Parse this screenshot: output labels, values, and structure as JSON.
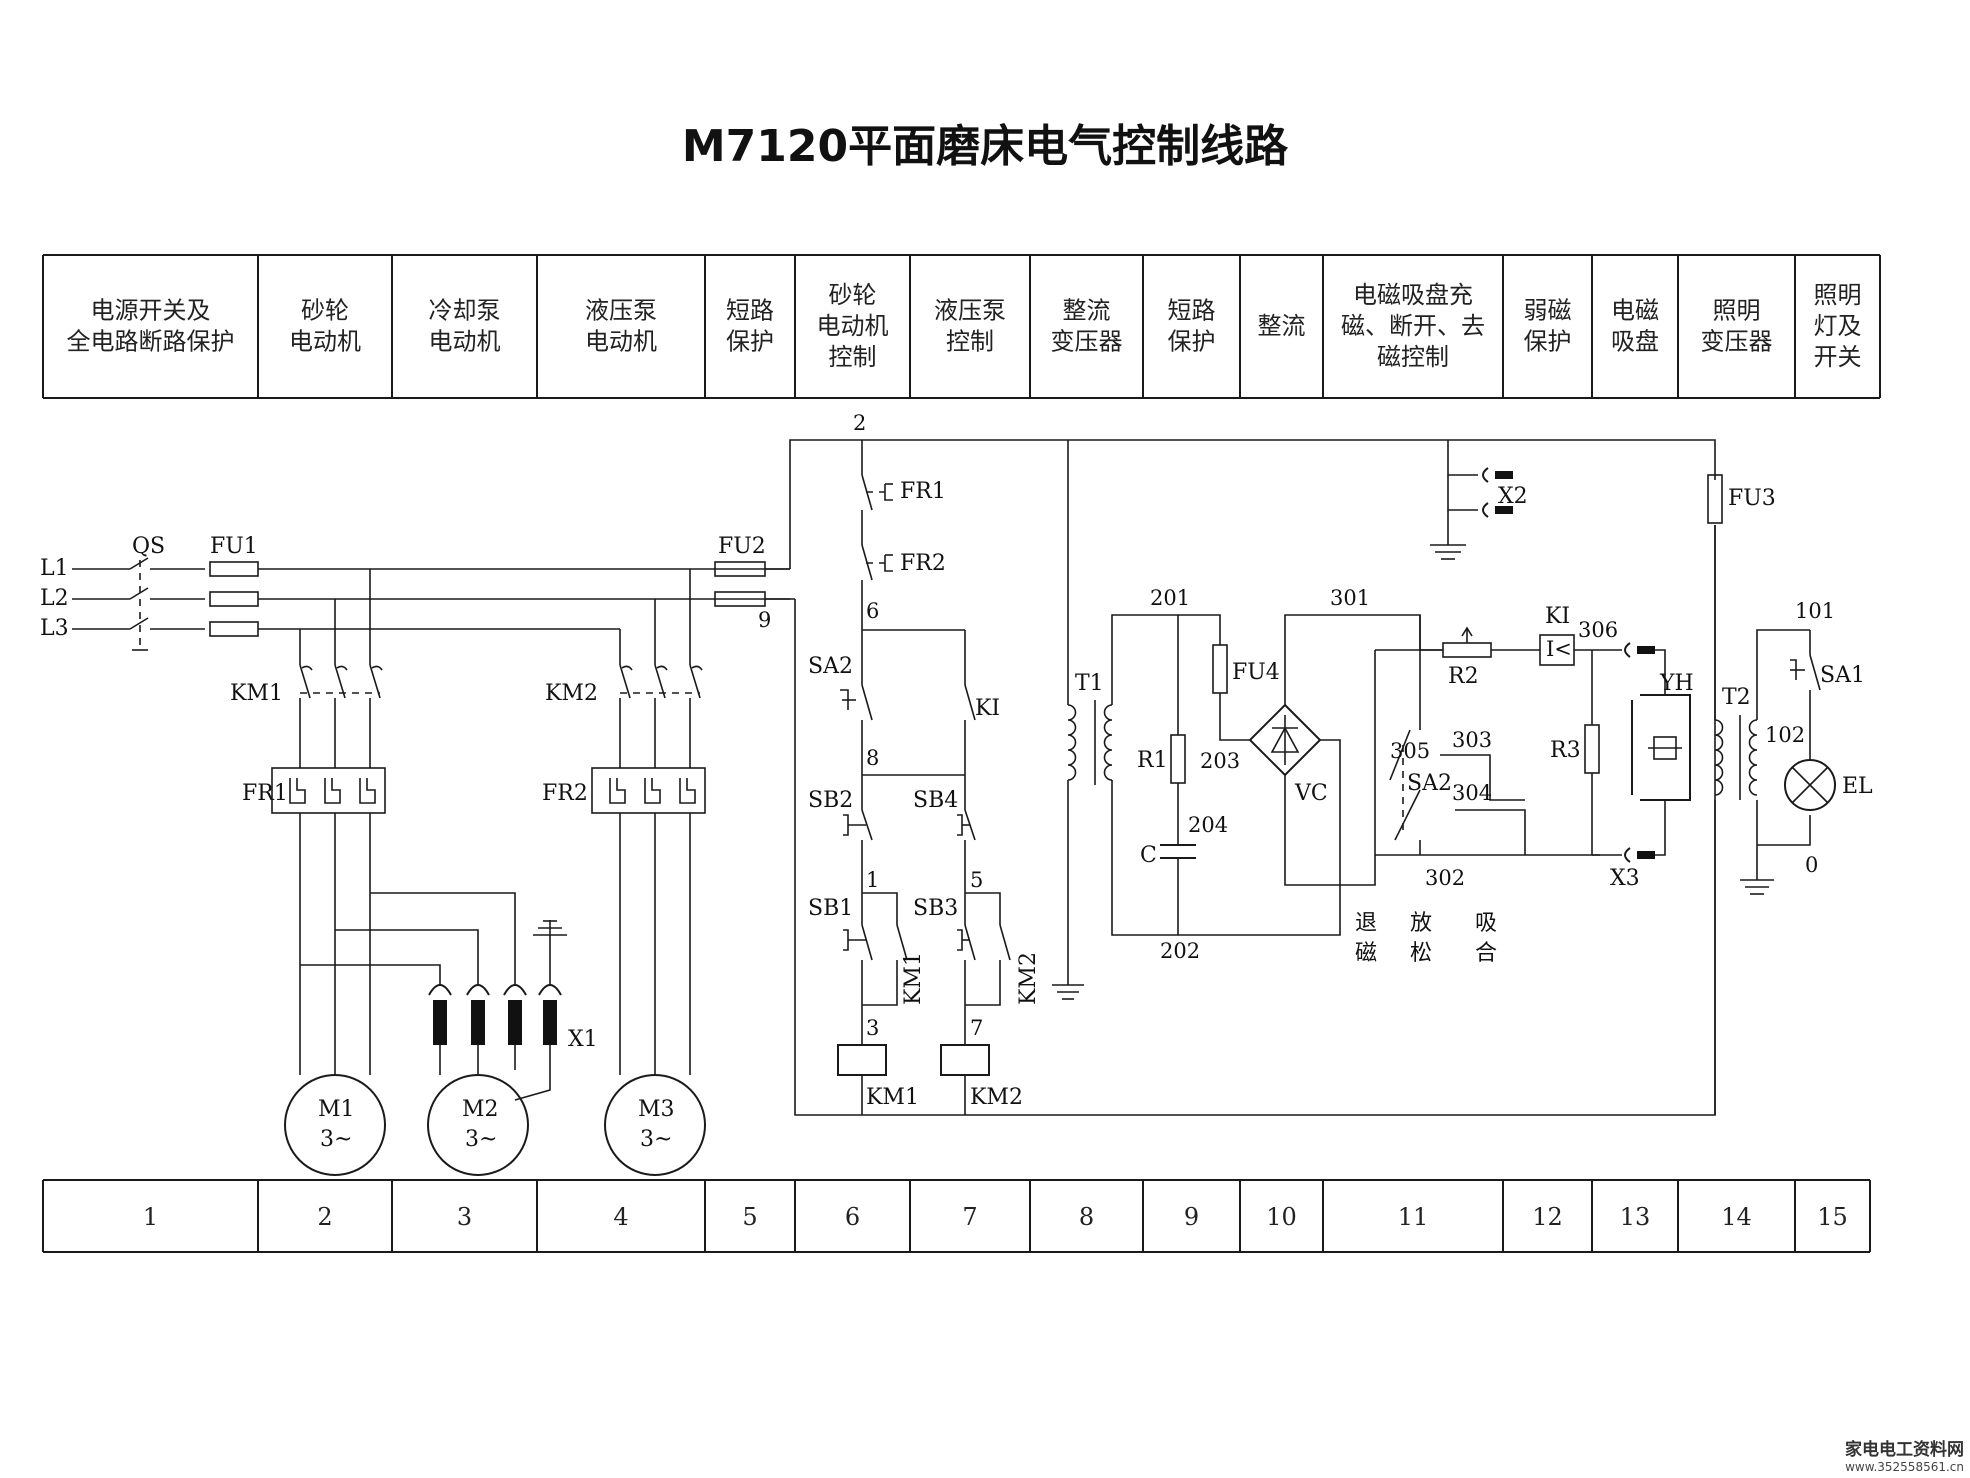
{
  "title": "M7120平面磨床电气控制线路",
  "headers": [
    {
      "lines": [
        "电源开关及",
        "全电路断路保护"
      ]
    },
    {
      "lines": [
        "砂轮",
        "电动机"
      ]
    },
    {
      "lines": [
        "冷却泵",
        "电动机"
      ]
    },
    {
      "lines": [
        "液压泵",
        "电动机"
      ]
    },
    {
      "lines": [
        "短路",
        "保护"
      ]
    },
    {
      "lines": [
        "砂轮",
        "电动机",
        "控制"
      ]
    },
    {
      "lines": [
        "液压泵",
        "控制"
      ]
    },
    {
      "lines": [
        "整流",
        "变压器"
      ]
    },
    {
      "lines": [
        "短路",
        "保护"
      ]
    },
    {
      "lines": [
        "整流"
      ]
    },
    {
      "lines": [
        "电磁吸盘充",
        "磁、断开、去",
        "磁控制"
      ]
    },
    {
      "lines": [
        "弱磁",
        "保护"
      ]
    },
    {
      "lines": [
        "电磁",
        "吸盘"
      ]
    },
    {
      "lines": [
        "照明",
        "变压器"
      ]
    },
    {
      "lines": [
        "照明",
        "灯及",
        "开关"
      ]
    }
  ],
  "columns": [
    "1",
    "2",
    "3",
    "4",
    "5",
    "6",
    "7",
    "8",
    "9",
    "10",
    "11",
    "12",
    "13",
    "14",
    "15"
  ],
  "labels": {
    "L1": "L1",
    "L2": "L2",
    "L3": "L3",
    "QS": "QS",
    "FU1": "FU1",
    "FU2": "FU2",
    "FU3": "FU3",
    "FU4": "FU4",
    "KM1": "KM1",
    "KM2": "KM2",
    "FR1": "FR1",
    "FR2": "FR2",
    "M1": "M1",
    "M2": "M2",
    "M3": "M3",
    "phase": "3~",
    "X1": "X1",
    "X2": "X2",
    "X3": "X3",
    "SA1": "SA1",
    "SA2": "SA2",
    "SB1": "SB1",
    "SB2": "SB2",
    "SB3": "SB3",
    "SB4": "SB4",
    "KI": "KI",
    "T1": "T1",
    "T2": "T2",
    "R1": "R1",
    "R2": "R2",
    "R3": "R3",
    "C": "C",
    "VC": "VC",
    "YH": "YH",
    "EL": "EL",
    "mode1a": "退",
    "mode1b": "磁",
    "mode2a": "放",
    "mode2b": "松",
    "mode3a": "吸",
    "mode3b": "合"
  },
  "nodes": {
    "n2": "2",
    "n9": "9",
    "n6": "6",
    "n8": "8",
    "n1": "1",
    "n5": "5",
    "n3": "3",
    "n7": "7",
    "n201": "201",
    "n202": "202",
    "n203": "203",
    "n204": "204",
    "n301": "301",
    "n302": "302",
    "n303": "303",
    "n304": "304",
    "n305": "305",
    "n306": "306",
    "n101": "101",
    "n102": "102",
    "n0": "0"
  },
  "watermark": {
    "line1": "家电电工资料网",
    "line2": "www.352558561.cn"
  }
}
